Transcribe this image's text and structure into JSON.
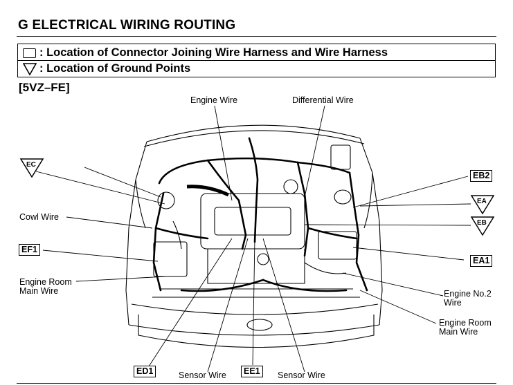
{
  "header": {
    "title": "G  ELECTRICAL WIRING ROUTING",
    "variant": "[5VZ–FE]"
  },
  "legend": {
    "connector": ": Location of Connector Joining Wire Harness and Wire Harness",
    "ground": ": Location of Ground Points"
  },
  "labels": {
    "engine_wire": "Engine Wire",
    "differential_wire": "Differential Wire",
    "cowl_wire": "Cowl Wire",
    "engine_room_main_left_1": "Engine Room",
    "engine_room_main_left_2": "Main Wire",
    "engine_no2_1": "Engine No.2",
    "engine_no2_2": "Wire",
    "engine_room_main_right_1": "Engine Room",
    "engine_room_main_right_2": "Main Wire",
    "sensor_wire_left": "Sensor Wire",
    "sensor_wire_right": "Sensor Wire"
  },
  "connectors": {
    "ef1": "EF1",
    "eb2": "EB2",
    "ea1": "EA1",
    "ed1": "ED1",
    "ee1": "EE1"
  },
  "grounds": {
    "ec": "EC",
    "ea": "EA",
    "eb": "EB"
  }
}
